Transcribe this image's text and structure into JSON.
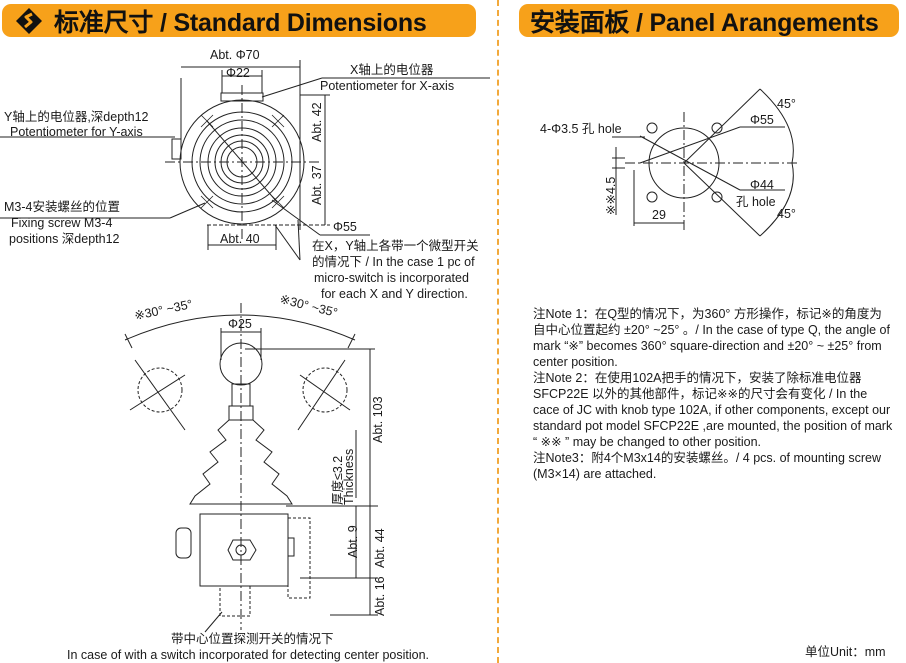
{
  "header": {
    "left_title": "标准尺寸 / Standard Dimensions",
    "right_title": "安装面板 / Panel Arangements",
    "logo_icon": "s-diamond-logo-icon",
    "banner_color": "#f7a11a",
    "divider_color": "#f2a93b"
  },
  "top_view": {
    "dim_outer": "Abt. Φ70",
    "dim_pot": "Φ22",
    "dim_top": "Abt. 42",
    "dim_bottom": "Abt. 37",
    "dim_width": "Abt. 40",
    "dim_circle": "Φ55",
    "x_pot_cn": "X轴上的电位器",
    "x_pot_en": "Potentiometer for X-axis",
    "y_pot_cn": "Y轴上的电位器,深depth12",
    "y_pot_en": "Potentiometer for Y-axis",
    "screw_cn": "M3-4安装螺丝的位置",
    "screw_en1": "Fixing screw M3-4",
    "screw_en2": "positions 深depth12",
    "switch_line1": "在X，Y轴上各带一个微型开关",
    "switch_line2": "的情况下 / In the case 1 pc of",
    "switch_line3": "micro-switch is incorporated",
    "switch_line4": "for each X and Y direction."
  },
  "side_view": {
    "angle_left": "※30° ~35°",
    "angle_right": "※30° ~35°",
    "dim_knob": "Φ25",
    "dim_height": "Abt. 103",
    "thickness_cn": "厚度≤3.2",
    "thickness_en": "Thickness",
    "dim_9": "Abt. 9",
    "dim_44": "Abt. 44",
    "dim_16": "Abt. 16",
    "caption_cn": "带中心位置探测开关的情况下",
    "caption_en": "In case of with a switch incorporated for detecting center position."
  },
  "panel": {
    "holes": "4-Φ3.5 孔 hole",
    "dim_55": "Φ55",
    "dim_44": "Φ44",
    "hole_label": "孔 hole",
    "angle_top": "45°",
    "angle_bottom": "45°",
    "dim_29": "29",
    "dim_45": "※※4.5"
  },
  "notes": {
    "note1": "注Note 1：在Q型的情况下，为360° 方形操作，标记※的角度为自中心位置起约 ±20° ~25° 。/ In the case of type Q, the angle of mark “※” becomes 360° square-direction and ±20° ~ ±25° from center position.",
    "note2": "注Note 2：在使用102A把手的情况下，安装了除标准电位器SFCP22E 以外的其他部件，标记※※的尺寸会有变化 / In the cace of JC with knob type 102A, if other components, except our standard pot model SFCP22E ,are mounted, the position of mark “ ※※ ” may be changed to other position.",
    "note3": "注Note3：附4个M3x14的安装螺丝。/ 4 pcs. of mounting screw (M3×14) are attached."
  },
  "unit": "单位Unit：mm"
}
